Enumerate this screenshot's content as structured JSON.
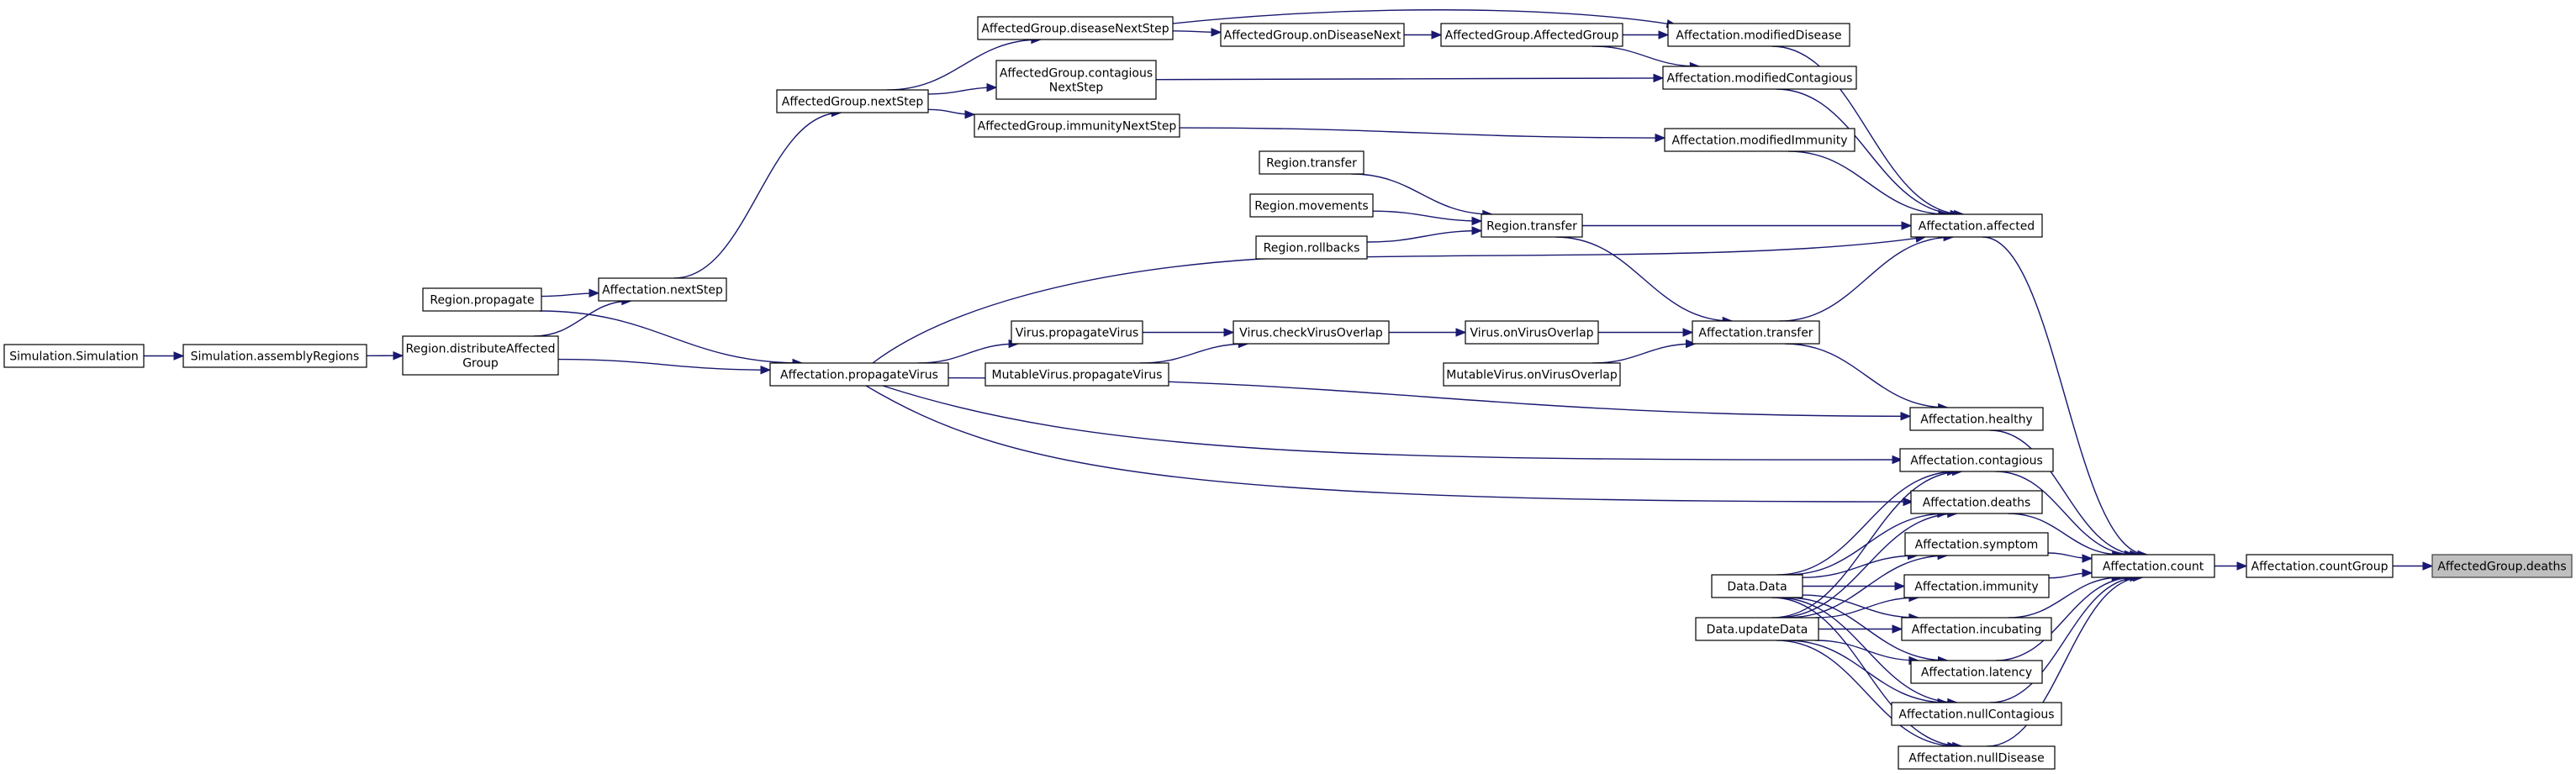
{
  "colors": {
    "edge": "#191970",
    "node_border": "#000000",
    "highlight_fill": "#bfbfbf",
    "highlight_border": "#404040",
    "background": "#ffffff"
  },
  "nodes": {
    "sim": [
      "Simulation.Simulation"
    ],
    "assembly": [
      "Simulation.assemblyRegions"
    ],
    "distribute": [
      "Region.distributeAffected",
      "Group"
    ],
    "propagate": [
      "Region.propagate"
    ],
    "nextStepAff": [
      "Affectation.nextStep"
    ],
    "agNextStep": [
      "AffectedGroup.nextStep"
    ],
    "diseaseNext": [
      "AffectedGroup.diseaseNextStep"
    ],
    "contagiousNext": [
      "AffectedGroup.contagious",
      "NextStep"
    ],
    "immunityNext": [
      "AffectedGroup.immunityNextStep"
    ],
    "onDiseaseNext": [
      "AffectedGroup.onDiseaseNext"
    ],
    "agAffectedGroup": [
      "AffectedGroup.AffectedGroup"
    ],
    "modDisease": [
      "Affectation.modifiedDisease"
    ],
    "modContagious": [
      "Affectation.modifiedContagious"
    ],
    "modImmunity": [
      "Affectation.modifiedImmunity"
    ],
    "rTransferA": [
      "Region.transfer"
    ],
    "rMovements": [
      "Region.movements"
    ],
    "rRollbacks": [
      "Region.rollbacks"
    ],
    "rTransfer": [
      "Region.transfer"
    ],
    "affected": [
      "Affectation.affected"
    ],
    "propVirusAff": [
      "Affectation.propagateVirus"
    ],
    "virusProp": [
      "Virus.propagateVirus"
    ],
    "mutProp": [
      "MutableVirus.propagateVirus"
    ],
    "checkOverlap": [
      "Virus.checkVirusOverlap"
    ],
    "onOverlap": [
      "Virus.onVirusOverlap"
    ],
    "mutOnOverlap": [
      "MutableVirus.onVirusOverlap"
    ],
    "affTransfer": [
      "Affectation.transfer"
    ],
    "healthy": [
      "Affectation.healthy"
    ],
    "contagious": [
      "Affectation.contagious"
    ],
    "deaths": [
      "Affectation.deaths"
    ],
    "symptom": [
      "Affectation.symptom"
    ],
    "immunity": [
      "Affectation.immunity"
    ],
    "incubating": [
      "Affectation.incubating"
    ],
    "latency": [
      "Affectation.latency"
    ],
    "nullContagious": [
      "Affectation.nullContagious"
    ],
    "nullDisease": [
      "Affectation.nullDisease"
    ],
    "dataData": [
      "Data.Data"
    ],
    "dataUpdate": [
      "Data.updateData"
    ],
    "count": [
      "Affectation.count"
    ],
    "countGroup": [
      "Affectation.countGroup"
    ],
    "agDeaths": [
      "AffectedGroup.deaths"
    ]
  },
  "highlighted_node": "agDeaths"
}
